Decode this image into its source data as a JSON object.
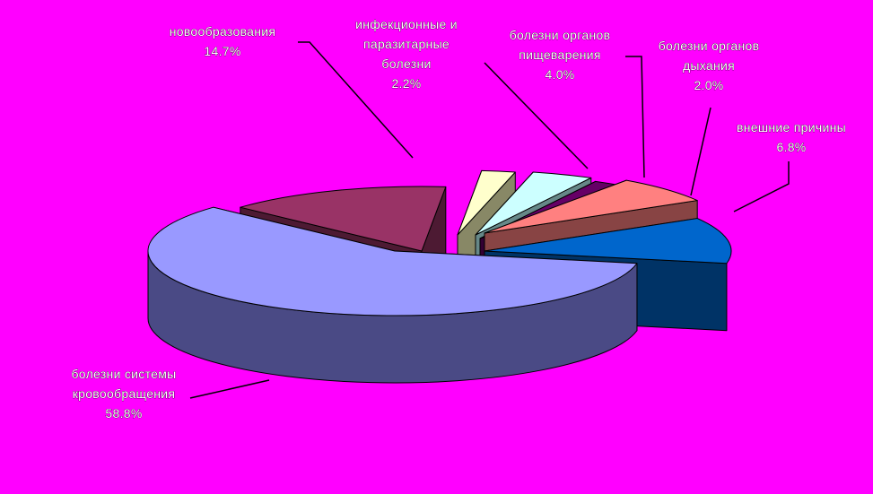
{
  "chart_data": {
    "type": "pie",
    "style": "3d-exploded",
    "background": "#ff00ff",
    "slices": [
      {
        "label_lines": [
          "болезни системы",
          "кровообращения"
        ],
        "value_label": "58.8%",
        "value": 58.8,
        "top_color": "#9999ff",
        "side_color": "#4a4a85"
      },
      {
        "label_lines": [
          "новообразования"
        ],
        "value_label": "14.7%",
        "value": 14.7,
        "top_color": "#993366",
        "side_color": "#4d1a33"
      },
      {
        "label_lines": [
          "инфекционные и",
          "паразитарные",
          "болезни"
        ],
        "value_label": "2.2%",
        "value": 2.2,
        "top_color": "#ffffcc",
        "side_color": "#888866"
      },
      {
        "label_lines": [
          "болезни органов",
          "пищеварения"
        ],
        "value_label": "4.0%",
        "value": 4.0,
        "top_color": "#ccffff",
        "side_color": "#668888"
      },
      {
        "label_lines": [
          "болезни органов",
          "дыхания"
        ],
        "value_label": "2.0%",
        "value": 2.0,
        "top_color": "#660066",
        "side_color": "#330033"
      },
      {
        "label_lines": [
          "внешние причины"
        ],
        "value_label": "6.8%",
        "value": 6.8,
        "top_color": "#ff8080",
        "side_color": "#884444"
      },
      {
        "label_lines": [],
        "value_label": "",
        "value": 11.5,
        "top_color": "#0066cc",
        "side_color": "#003366"
      }
    ]
  }
}
